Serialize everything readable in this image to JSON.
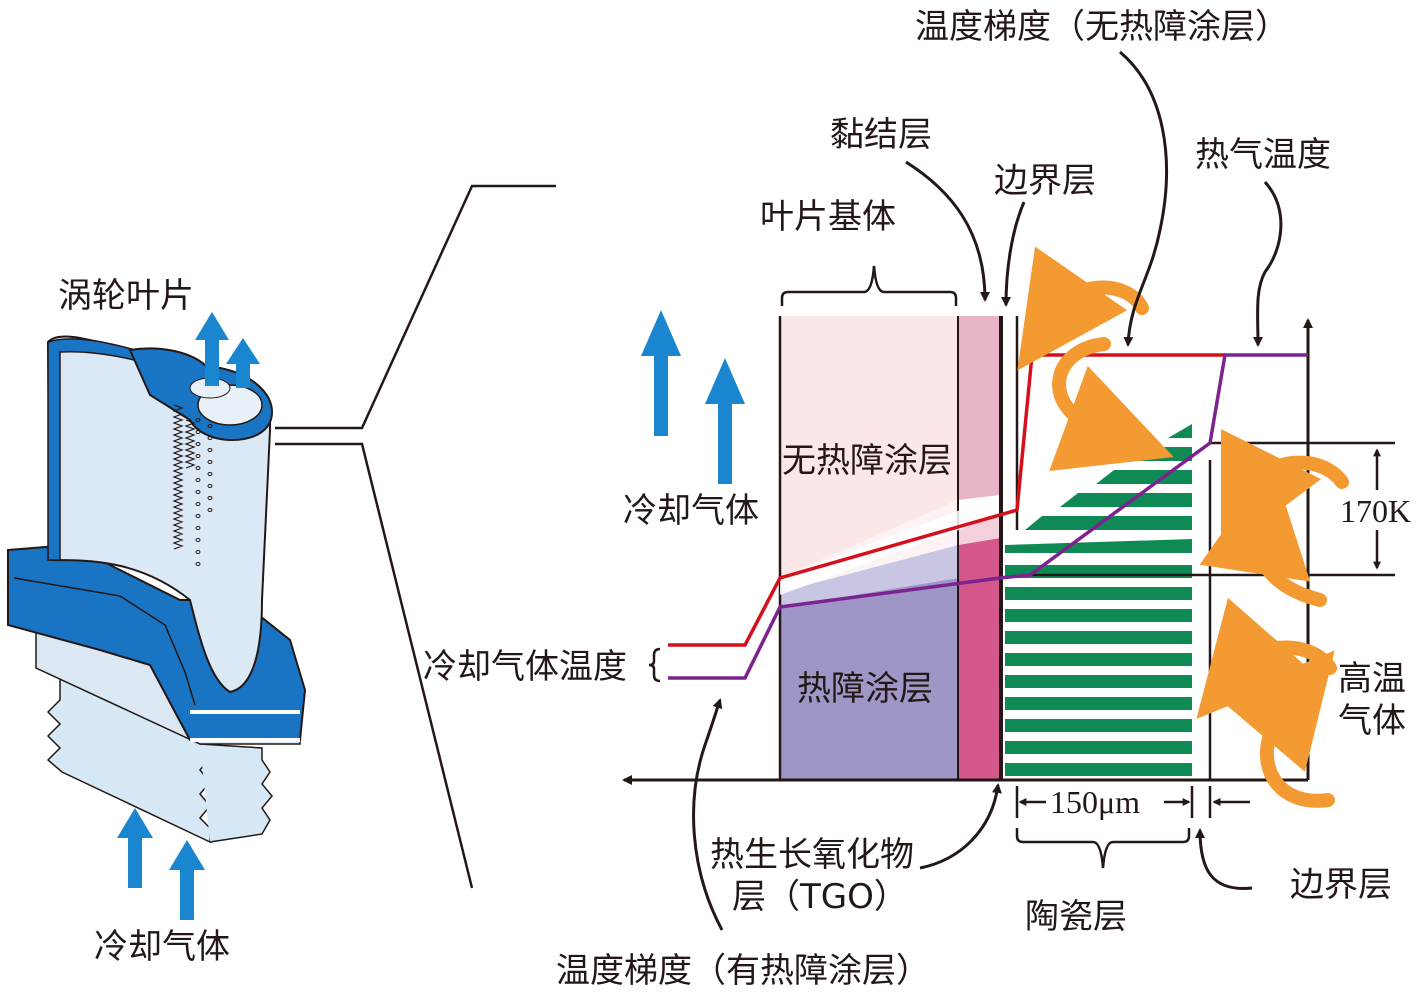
{
  "labels": {
    "turbine_blade": "涡轮叶片",
    "cooling_gas_bottom": "冷却气体",
    "cooling_gas_right": "冷却气体",
    "cooling_gas_temp": "冷却气体温度",
    "blade_substrate": "叶片基体",
    "bond_coat": "黏结层",
    "boundary_layer_top": "边界层",
    "gradient_no_tbc": "温度梯度（无热障涂层）",
    "hot_gas_temp": "热气温度",
    "no_tbc": "无热障涂层",
    "with_tbc": "热障涂层",
    "delta_t": "170K",
    "hot_gas_line1": "高温",
    "hot_gas_line2": "气体",
    "thickness": "150μm",
    "tgo_line1": "热生长氧化物",
    "tgo_line2": "层（TGO）",
    "ceramic_layer": "陶瓷层",
    "boundary_layer_bottom": "边界层",
    "gradient_with_tbc": "温度梯度（有热障涂层）"
  },
  "colors": {
    "blade_blue": "#1a74c4",
    "blade_light": "#d6e8f5",
    "arrow_blue": "#1a86d0",
    "substrate_pink": "#fbe6e8",
    "substrate_purple": "#9f96c8",
    "bond_pink": "#e8b4c9",
    "bond_magenta": "#d4588a",
    "ceramic_green": "#0f8a54",
    "line_red": "#d4101c",
    "line_purple": "#7d2390",
    "swirl_orange": "#f39a33"
  }
}
